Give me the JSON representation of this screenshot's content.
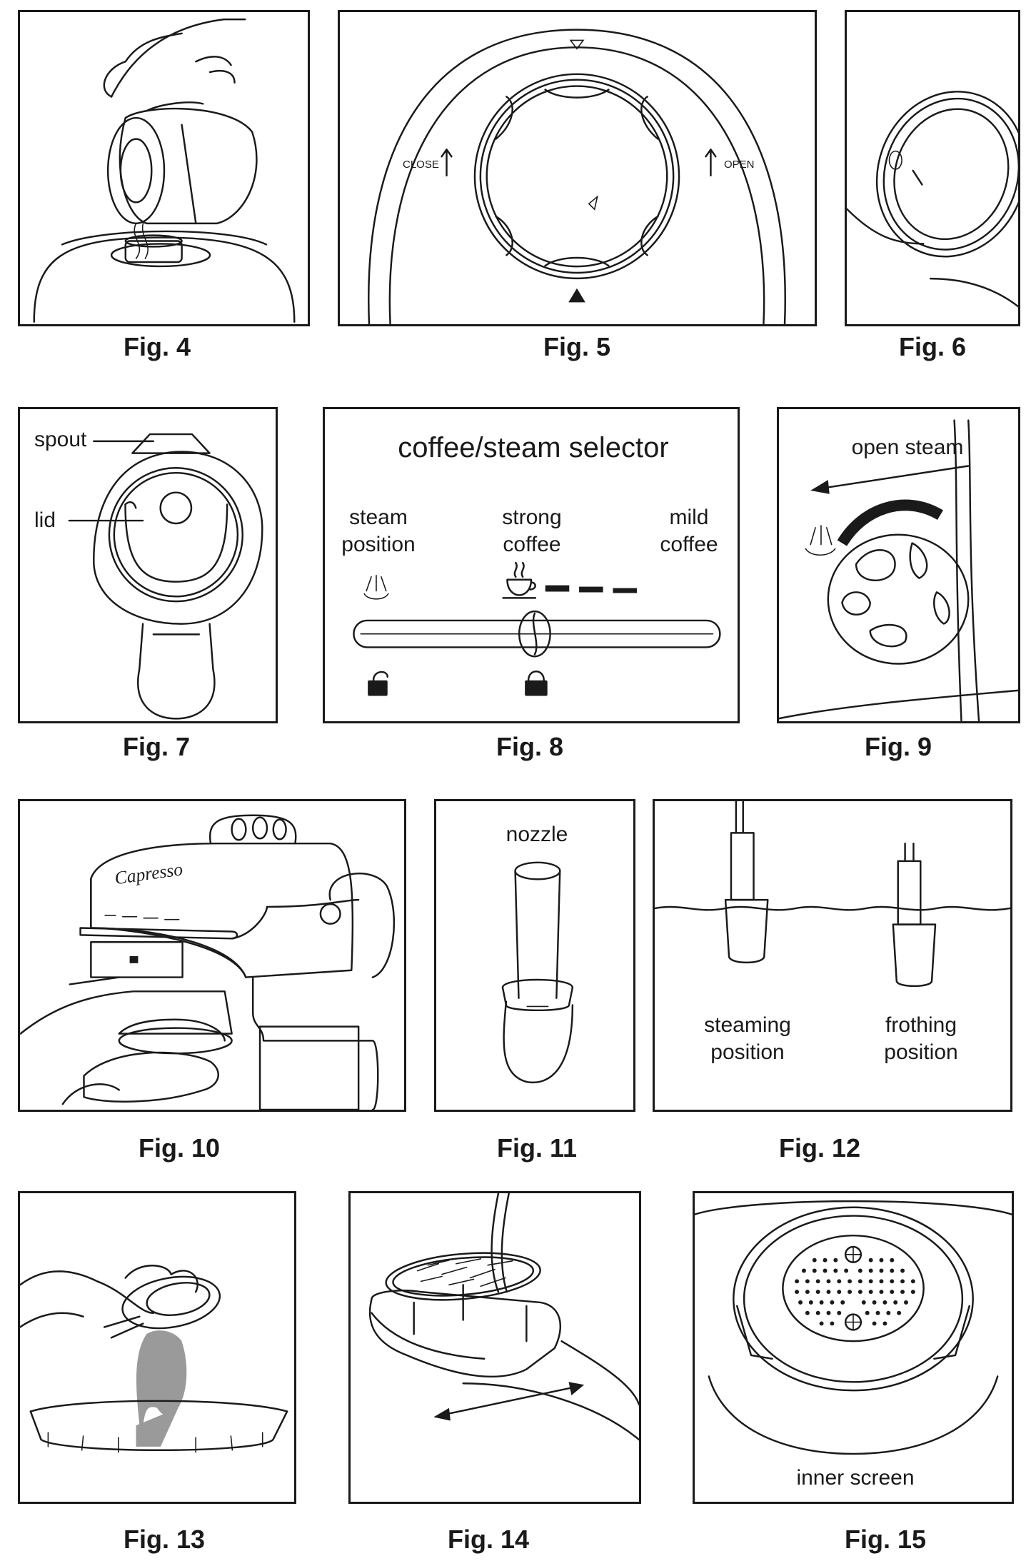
{
  "figures": {
    "fig4": {
      "caption": "Fig. 4"
    },
    "fig5": {
      "caption": "Fig. 5",
      "close_label": "CLOSE",
      "open_label": "OPEN"
    },
    "fig6": {
      "caption": "Fig. 6"
    },
    "fig7": {
      "caption": "Fig. 7",
      "spout_label": "spout",
      "lid_label": "lid"
    },
    "fig8": {
      "caption": "Fig. 8",
      "title": "coffee/steam selector",
      "steam_line1": "steam",
      "steam_line2": "position",
      "strong_line1": "strong",
      "strong_line2": "coffee",
      "mild_line1": "mild",
      "mild_line2": "coffee"
    },
    "fig9": {
      "caption": "Fig. 9",
      "open_steam_label": "open steam"
    },
    "fig10": {
      "caption": "Fig. 10",
      "brand": "Capresso"
    },
    "fig11": {
      "caption": "Fig. 11",
      "nozzle_label": "nozzle"
    },
    "fig12": {
      "caption": "Fig. 12",
      "steaming_line1": "steaming",
      "steaming_line2": "position",
      "frothing_line1": "frothing",
      "frothing_line2": "position"
    },
    "fig13": {
      "caption": "Fig. 13"
    },
    "fig14": {
      "caption": "Fig. 14"
    },
    "fig15": {
      "caption": "Fig. 15",
      "inner_screen_label": "inner screen"
    }
  },
  "icons": {
    "steam": "steam-icon",
    "cup": "coffee-cup-icon",
    "lock_open": "unlock-icon",
    "lock_closed": "lock-icon",
    "arrow": "arrow-icon"
  },
  "colors": {
    "line": "#1a1a1a",
    "grounds": "#9a9a9a"
  }
}
